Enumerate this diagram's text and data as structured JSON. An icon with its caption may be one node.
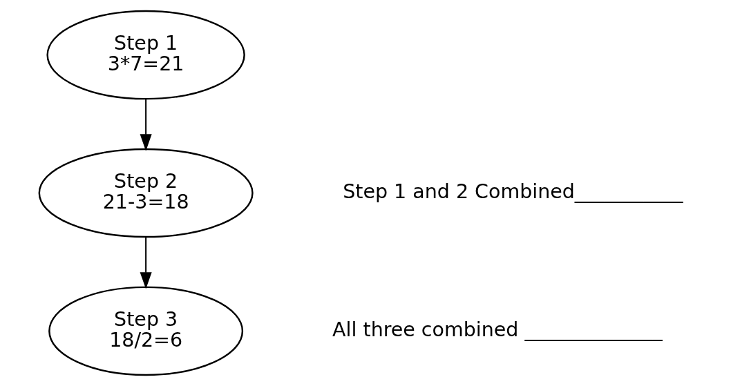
{
  "diagram": {
    "nodes": [
      {
        "text": [
          "Step 1",
          "3*7=21"
        ]
      },
      {
        "text": [
          "Step 2",
          "21-3=18"
        ]
      },
      {
        "text": [
          "Step 3",
          "18/2=6"
        ]
      }
    ],
    "edges": [
      {
        "from": 0,
        "to": 1,
        "arrow": "to"
      },
      {
        "from": 1,
        "to": 2,
        "arrow": "to"
      }
    ],
    "labels": [
      "Step 1 and 2 Combined___________",
      "All three combined ______________"
    ]
  }
}
